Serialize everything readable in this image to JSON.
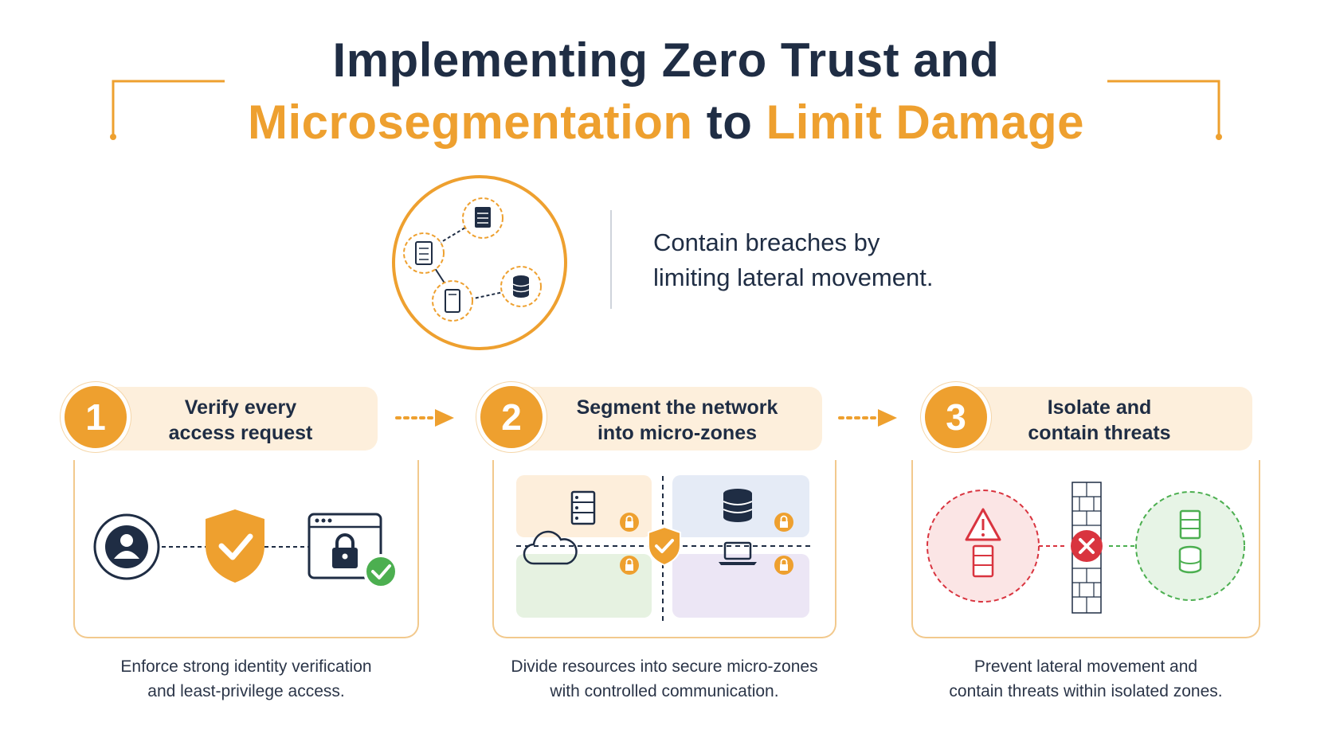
{
  "title": {
    "line1": "Implementing Zero Trust and",
    "line2_part1": "Microsegmentation",
    "line2_part2": " to ",
    "line2_part3": "Limit Damage"
  },
  "subtitle": {
    "line1": "Contain breaches by",
    "line2": "limiting lateral movement."
  },
  "steps": [
    {
      "number": "1",
      "title_line1": "Verify every",
      "title_line2": "access request",
      "desc_line1": "Enforce strong identity verification",
      "desc_line2": "and least-privilege access."
    },
    {
      "number": "2",
      "title_line1": "Segment the network",
      "title_line2": "into micro-zones",
      "desc_line1": "Divide resources into secure micro-zones",
      "desc_line2": "with controlled communication."
    },
    {
      "number": "3",
      "title_line1": "Isolate and",
      "title_line2": "contain threats",
      "desc_line1": "Prevent lateral movement and",
      "desc_line2": "contain threats within isolated zones."
    }
  ],
  "colors": {
    "accent": "#eea02f",
    "navy": "#1f2d44",
    "danger": "#d9343f",
    "success": "#4caf50"
  },
  "icons": [
    "server-icon",
    "database-icon",
    "cloud-icon",
    "laptop-icon",
    "user-icon",
    "shield-check-icon",
    "browser-lock-icon",
    "warning-icon",
    "firewall-icon",
    "block-icon"
  ]
}
